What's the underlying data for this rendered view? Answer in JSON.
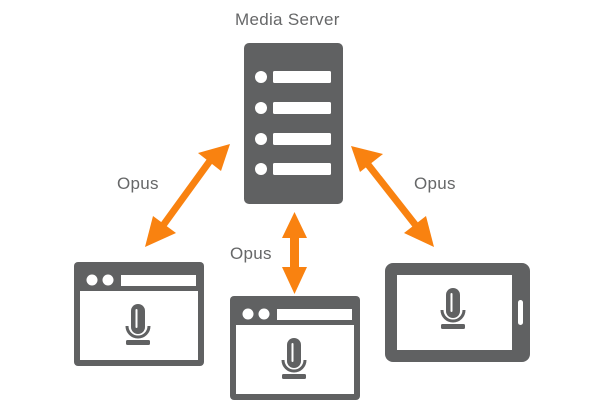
{
  "diagram": {
    "server_label": "Media Server",
    "links": [
      {
        "label": "Opus",
        "from": "media-server",
        "to": "browser-left"
      },
      {
        "label": "Opus",
        "from": "media-server",
        "to": "browser-center"
      },
      {
        "label": "Opus",
        "from": "media-server",
        "to": "tablet-right"
      }
    ],
    "clients": [
      {
        "type": "browser",
        "icon": "microphone-icon"
      },
      {
        "type": "browser",
        "icon": "microphone-icon"
      },
      {
        "type": "tablet",
        "icon": "microphone-icon"
      }
    ],
    "colors": {
      "device": "#606162",
      "arrow": "#f98210",
      "text": "#666768",
      "background": "#ffffff"
    }
  }
}
